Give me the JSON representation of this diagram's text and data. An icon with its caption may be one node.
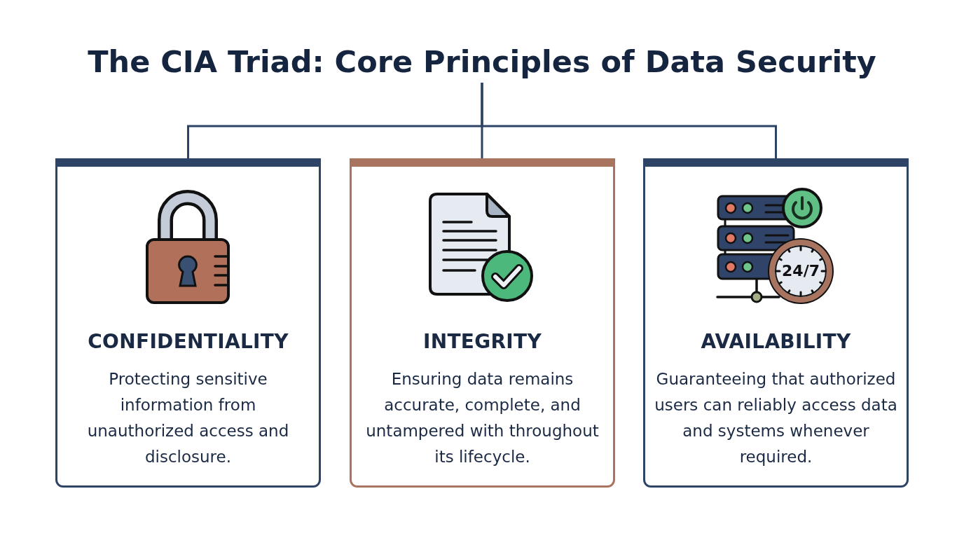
{
  "diagram": {
    "nodes": [
      {
        "text": [
          "The CIA Triad: Core Principles of Data Security"
        ]
      },
      {
        "text": [
          "CONFIDENTIALITY",
          "Protecting sensitive information from unauthorized access and disclosure."
        ]
      },
      {
        "text": [
          "INTEGRITY",
          "Ensuring data remains accurate, complete, and untampered with throughout its lifecycle."
        ]
      },
      {
        "text": [
          "AVAILABILITY",
          "Guaranteeing that authorized users can reliably access data and systems whenever required."
        ]
      }
    ],
    "edges": [
      {
        "from": 0,
        "to": 1,
        "arrow": "none"
      },
      {
        "from": 0,
        "to": 2,
        "arrow": "none"
      },
      {
        "from": 0,
        "to": 3,
        "arrow": "none"
      }
    ],
    "labels": [
      "24/7"
    ]
  }
}
